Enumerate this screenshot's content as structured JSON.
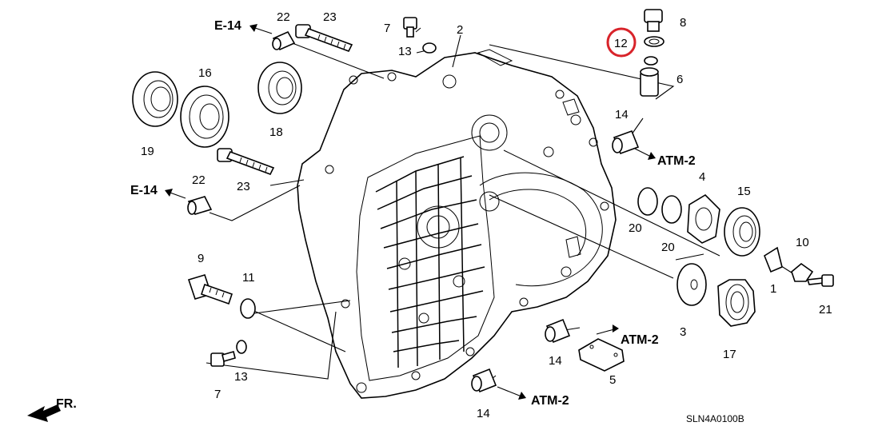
{
  "diagram": {
    "code": "SLN4A0100B",
    "direction_label": "FR.",
    "highlight_color": "#d8232a",
    "highlighted_callout": "12",
    "references": [
      {
        "id": "e14-top",
        "label": "E-14"
      },
      {
        "id": "e14-left",
        "label": "E-14"
      },
      {
        "id": "atm2-right",
        "label": "ATM-2"
      },
      {
        "id": "atm2-mid",
        "label": "ATM-2"
      },
      {
        "id": "atm2-bottom",
        "label": "ATM-2"
      }
    ],
    "callouts": [
      {
        "id": "c22a",
        "label": "22"
      },
      {
        "id": "c23a",
        "label": "23"
      },
      {
        "id": "c7a",
        "label": "7"
      },
      {
        "id": "c13a",
        "label": "13"
      },
      {
        "id": "c2",
        "label": "2"
      },
      {
        "id": "c12",
        "label": "12"
      },
      {
        "id": "c8",
        "label": "8"
      },
      {
        "id": "c6",
        "label": "6"
      },
      {
        "id": "c16",
        "label": "16"
      },
      {
        "id": "c18",
        "label": "18"
      },
      {
        "id": "c19",
        "label": "19"
      },
      {
        "id": "c14a",
        "label": "14"
      },
      {
        "id": "c22b",
        "label": "22"
      },
      {
        "id": "c23b",
        "label": "23"
      },
      {
        "id": "c4",
        "label": "4"
      },
      {
        "id": "c15",
        "label": "15"
      },
      {
        "id": "c20a",
        "label": "20"
      },
      {
        "id": "c20b",
        "label": "20"
      },
      {
        "id": "c10",
        "label": "10"
      },
      {
        "id": "c1",
        "label": "1"
      },
      {
        "id": "c21",
        "label": "21"
      },
      {
        "id": "c9",
        "label": "9"
      },
      {
        "id": "c11",
        "label": "11"
      },
      {
        "id": "c3",
        "label": "3"
      },
      {
        "id": "c17",
        "label": "17"
      },
      {
        "id": "c14b",
        "label": "14"
      },
      {
        "id": "c5",
        "label": "5"
      },
      {
        "id": "c13b",
        "label": "13"
      },
      {
        "id": "c7b",
        "label": "7"
      },
      {
        "id": "c14c",
        "label": "14"
      }
    ]
  }
}
